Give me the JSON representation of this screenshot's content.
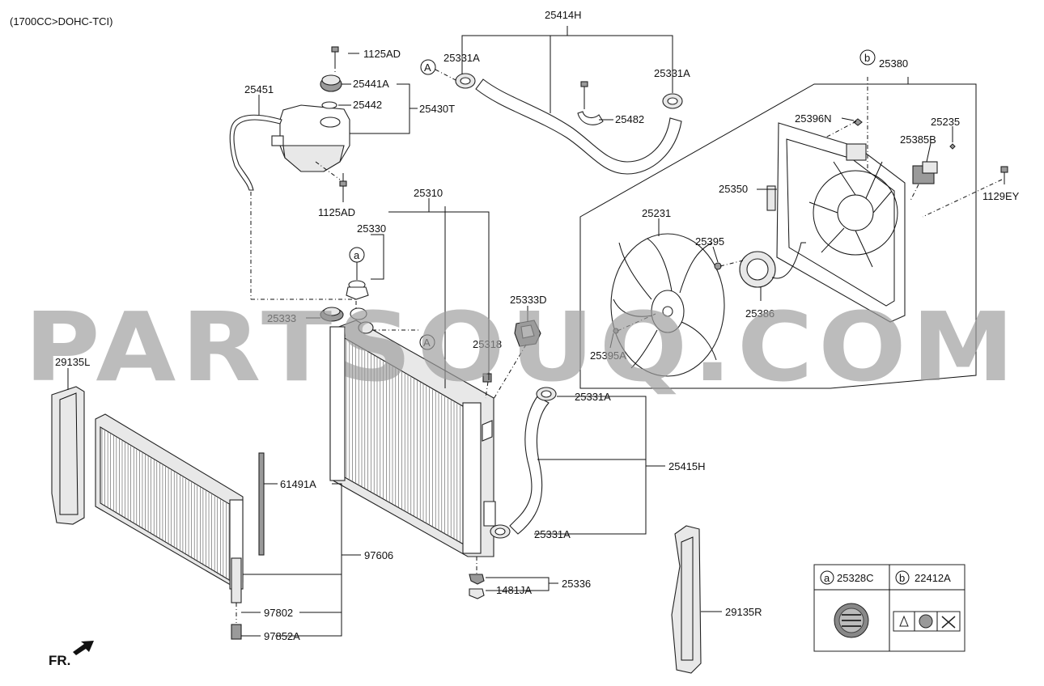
{
  "header": {
    "engine": "(1700CC>DOHC-TCI)"
  },
  "orientation": {
    "label": "FR."
  },
  "watermark": {
    "text": "PARTSOUQ.COM"
  },
  "callouts": {
    "A": "A",
    "a": "a",
    "b": "b"
  },
  "parts": {
    "hose_upper": "25414H",
    "clamp_upper_left": "25331A",
    "clamp_upper_right": "25331A",
    "hose_bracket": "25482",
    "fan_assembly": "25380",
    "bolt_res_top": "1125AD",
    "cap": "25441A",
    "oring": "25442",
    "reservoir_assy": "25430T",
    "overflow_hose": "25451",
    "bolt_res_bottom": "1125AD",
    "radiator_assy": "25310",
    "filler_neck": "25330",
    "filler_cap": "25333",
    "mount": "25333D",
    "drain": "25318",
    "shroud_nut": "25396N",
    "fan_screw": "25235",
    "resistor": "25385B",
    "shroud": "25350",
    "bolt_shroud": "1129EY",
    "fan": "25231",
    "fan_nut": "25395",
    "motor": "25386",
    "fan_screw_b": "25395A",
    "guard_left": "29135L",
    "clamp_lower_top": "25331A",
    "hose_lower": "25415H",
    "clamp_lower_bottom": "25331A",
    "strip": "61491A",
    "condenser_assy": "97606",
    "dryer": "97802",
    "dryer_plug": "97852A",
    "drain_plug": "25336",
    "plug_nut": "1481JA",
    "guard_right": "29135R"
  },
  "legend": {
    "items": [
      {
        "marker": "a",
        "code": "25328C"
      },
      {
        "marker": "b",
        "code": "22412A"
      }
    ]
  }
}
